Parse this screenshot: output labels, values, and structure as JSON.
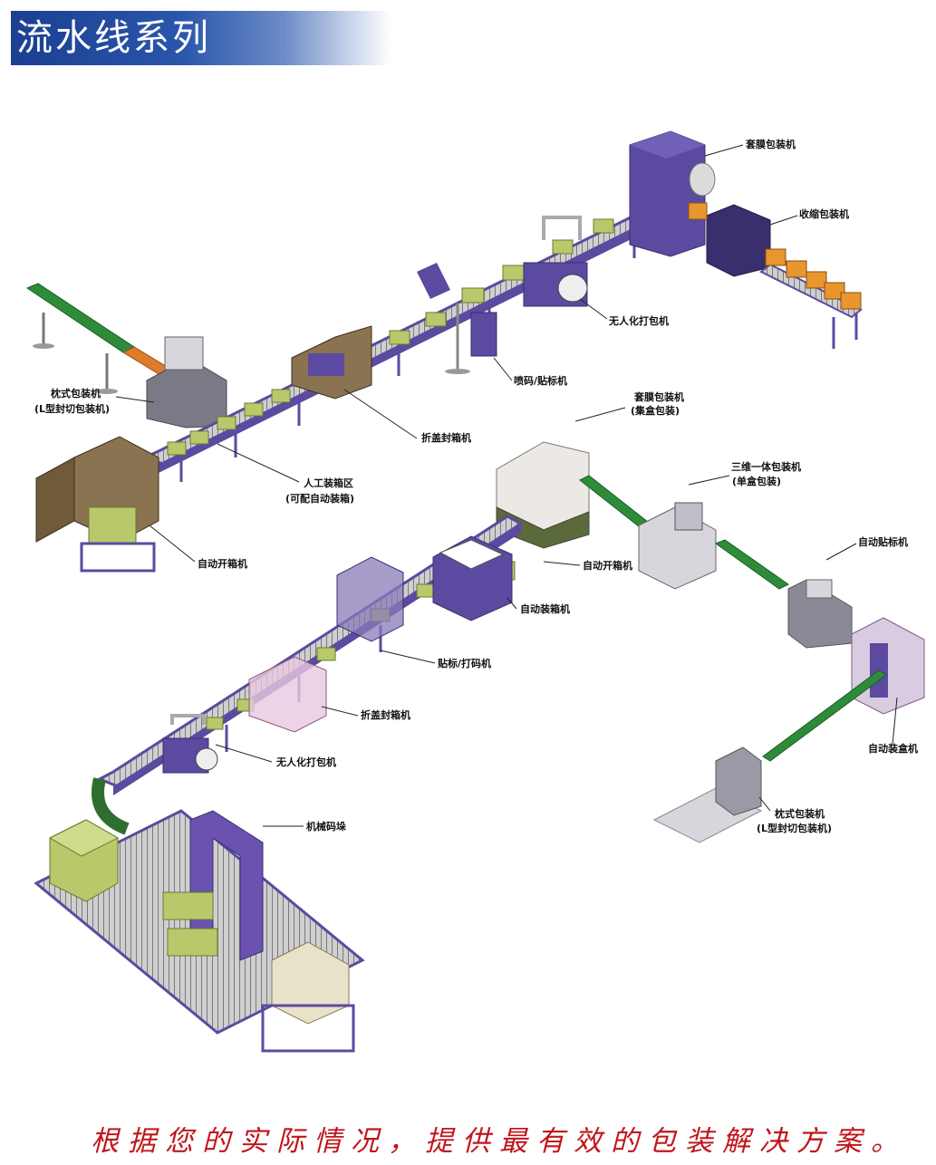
{
  "title": "流水线系列",
  "slogan": "根据您的实际情况，提供最有效的包装解决方案。",
  "colors": {
    "machine": "#5b4aa0",
    "conveyor": "#2e8b3a",
    "box": "#b7c96a",
    "orange_box": "#e8962e",
    "title_bar": "#1b3f91",
    "slogan": "#c0161b"
  },
  "labels": {
    "top_sleeve": "套膜包装机",
    "top_shrink": "收缩包装机",
    "top_strapping": "无人化打包机",
    "top_coding": "喷码/贴标机",
    "top_pillow_1": "枕式包装机",
    "top_pillow_2": "(L型封切包装机)",
    "top_folding": "折盖封箱机",
    "top_manual_1": "人工装箱区",
    "top_manual_2": "(可配自动装箱)",
    "top_erector": "自动开箱机",
    "mid_sleeve_1": "套膜包装机",
    "mid_sleeve_2": "(集盒包装)",
    "mid_3d_1": "三维一体包装机",
    "mid_3d_2": "(单盒包装)",
    "mid_labeler": "自动贴标机",
    "mid_erector": "自动开箱机",
    "mid_packer": "自动装箱机",
    "mid_label_code": "贴标/打码机",
    "mid_folding": "折盖封箱机",
    "mid_strapping": "无人化打包机",
    "mid_palletizer": "机械码垛",
    "right_cartoner": "自动装盒机",
    "right_pillow_1": "枕式包装机",
    "right_pillow_2": "(L型封切包装机)"
  }
}
